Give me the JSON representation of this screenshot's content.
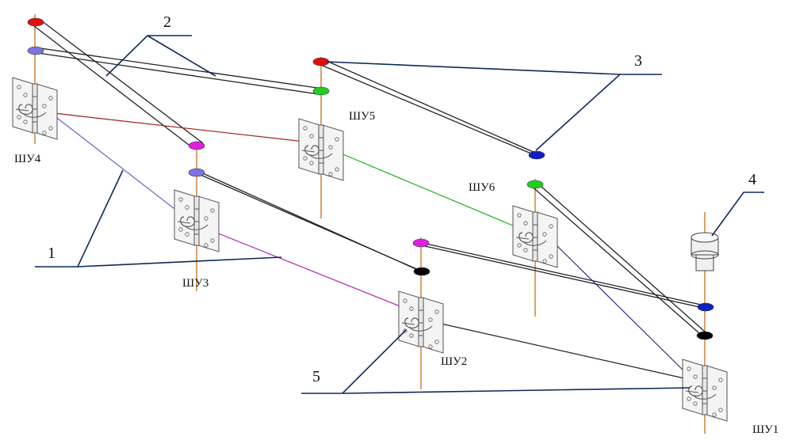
{
  "labels": {
    "shu1": "ШУ1",
    "shu2": "ШУ2",
    "shu3": "ШУ3",
    "shu4": "ШУ4",
    "shu5": "ШУ5",
    "shu6": "ШУ6"
  },
  "callouts": {
    "c1": "1",
    "c2": "2",
    "c3": "3",
    "c4": "4",
    "c5": "5"
  },
  "colors": {
    "shaft": "#d9a36a",
    "red": "#e01010",
    "blue_violet": "#7b74e0",
    "magenta": "#e020e0",
    "green": "#20d020",
    "blue": "#1020c0",
    "black": "#000000",
    "leader": "#0d2a5a",
    "link_red": "#a02020",
    "link_blue": "#6a60c8",
    "link_magenta": "#b020b0",
    "link_green": "#20b020",
    "link_navy": "#2a2a9a"
  }
}
